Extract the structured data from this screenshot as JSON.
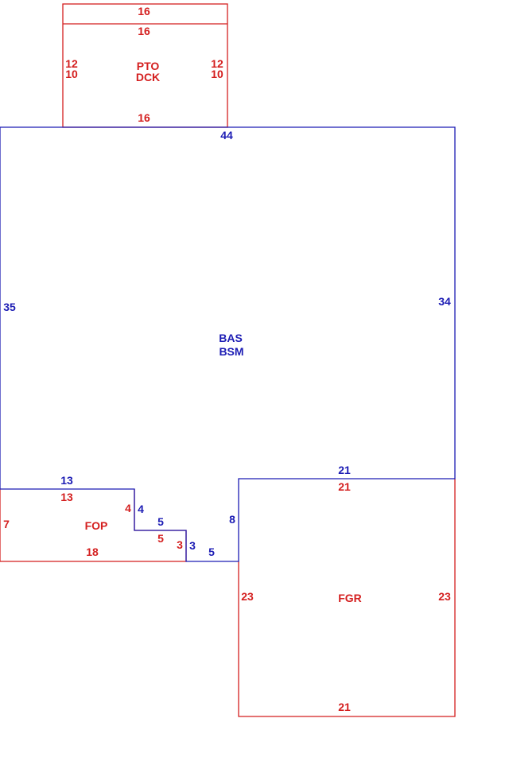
{
  "colors": {
    "living_area": "#1c1cb4",
    "attachment": "#d41f1f",
    "background": "#ffffff"
  },
  "areas": {
    "pto": {
      "code": "PTO",
      "top_edge": "16",
      "left_edge": "12",
      "right_edge": "12"
    },
    "dck": {
      "code": "DCK",
      "top_edge": "16",
      "left_edge": "10",
      "right_edge": "10",
      "bottom_edge": "16"
    },
    "bas": {
      "code": "BAS",
      "code2": "BSM",
      "top_edge": "44",
      "left_edge": "35",
      "right_edge": "34",
      "left_bottom_edge": "13",
      "notch_drop": "4",
      "notch_step": "5",
      "notch_drop2": "3",
      "notch_bottom": "5",
      "garage_side": "8",
      "garage_top": "21"
    },
    "fop": {
      "code": "FOP",
      "top_edge": "13",
      "left_edge": "7",
      "right_edge": "4",
      "step": "5",
      "step_drop": "3",
      "bottom_edge": "18"
    },
    "fgr": {
      "code": "FGR",
      "top_edge": "21",
      "left_edge": "23",
      "right_edge": "23",
      "bottom_edge": "21"
    }
  }
}
